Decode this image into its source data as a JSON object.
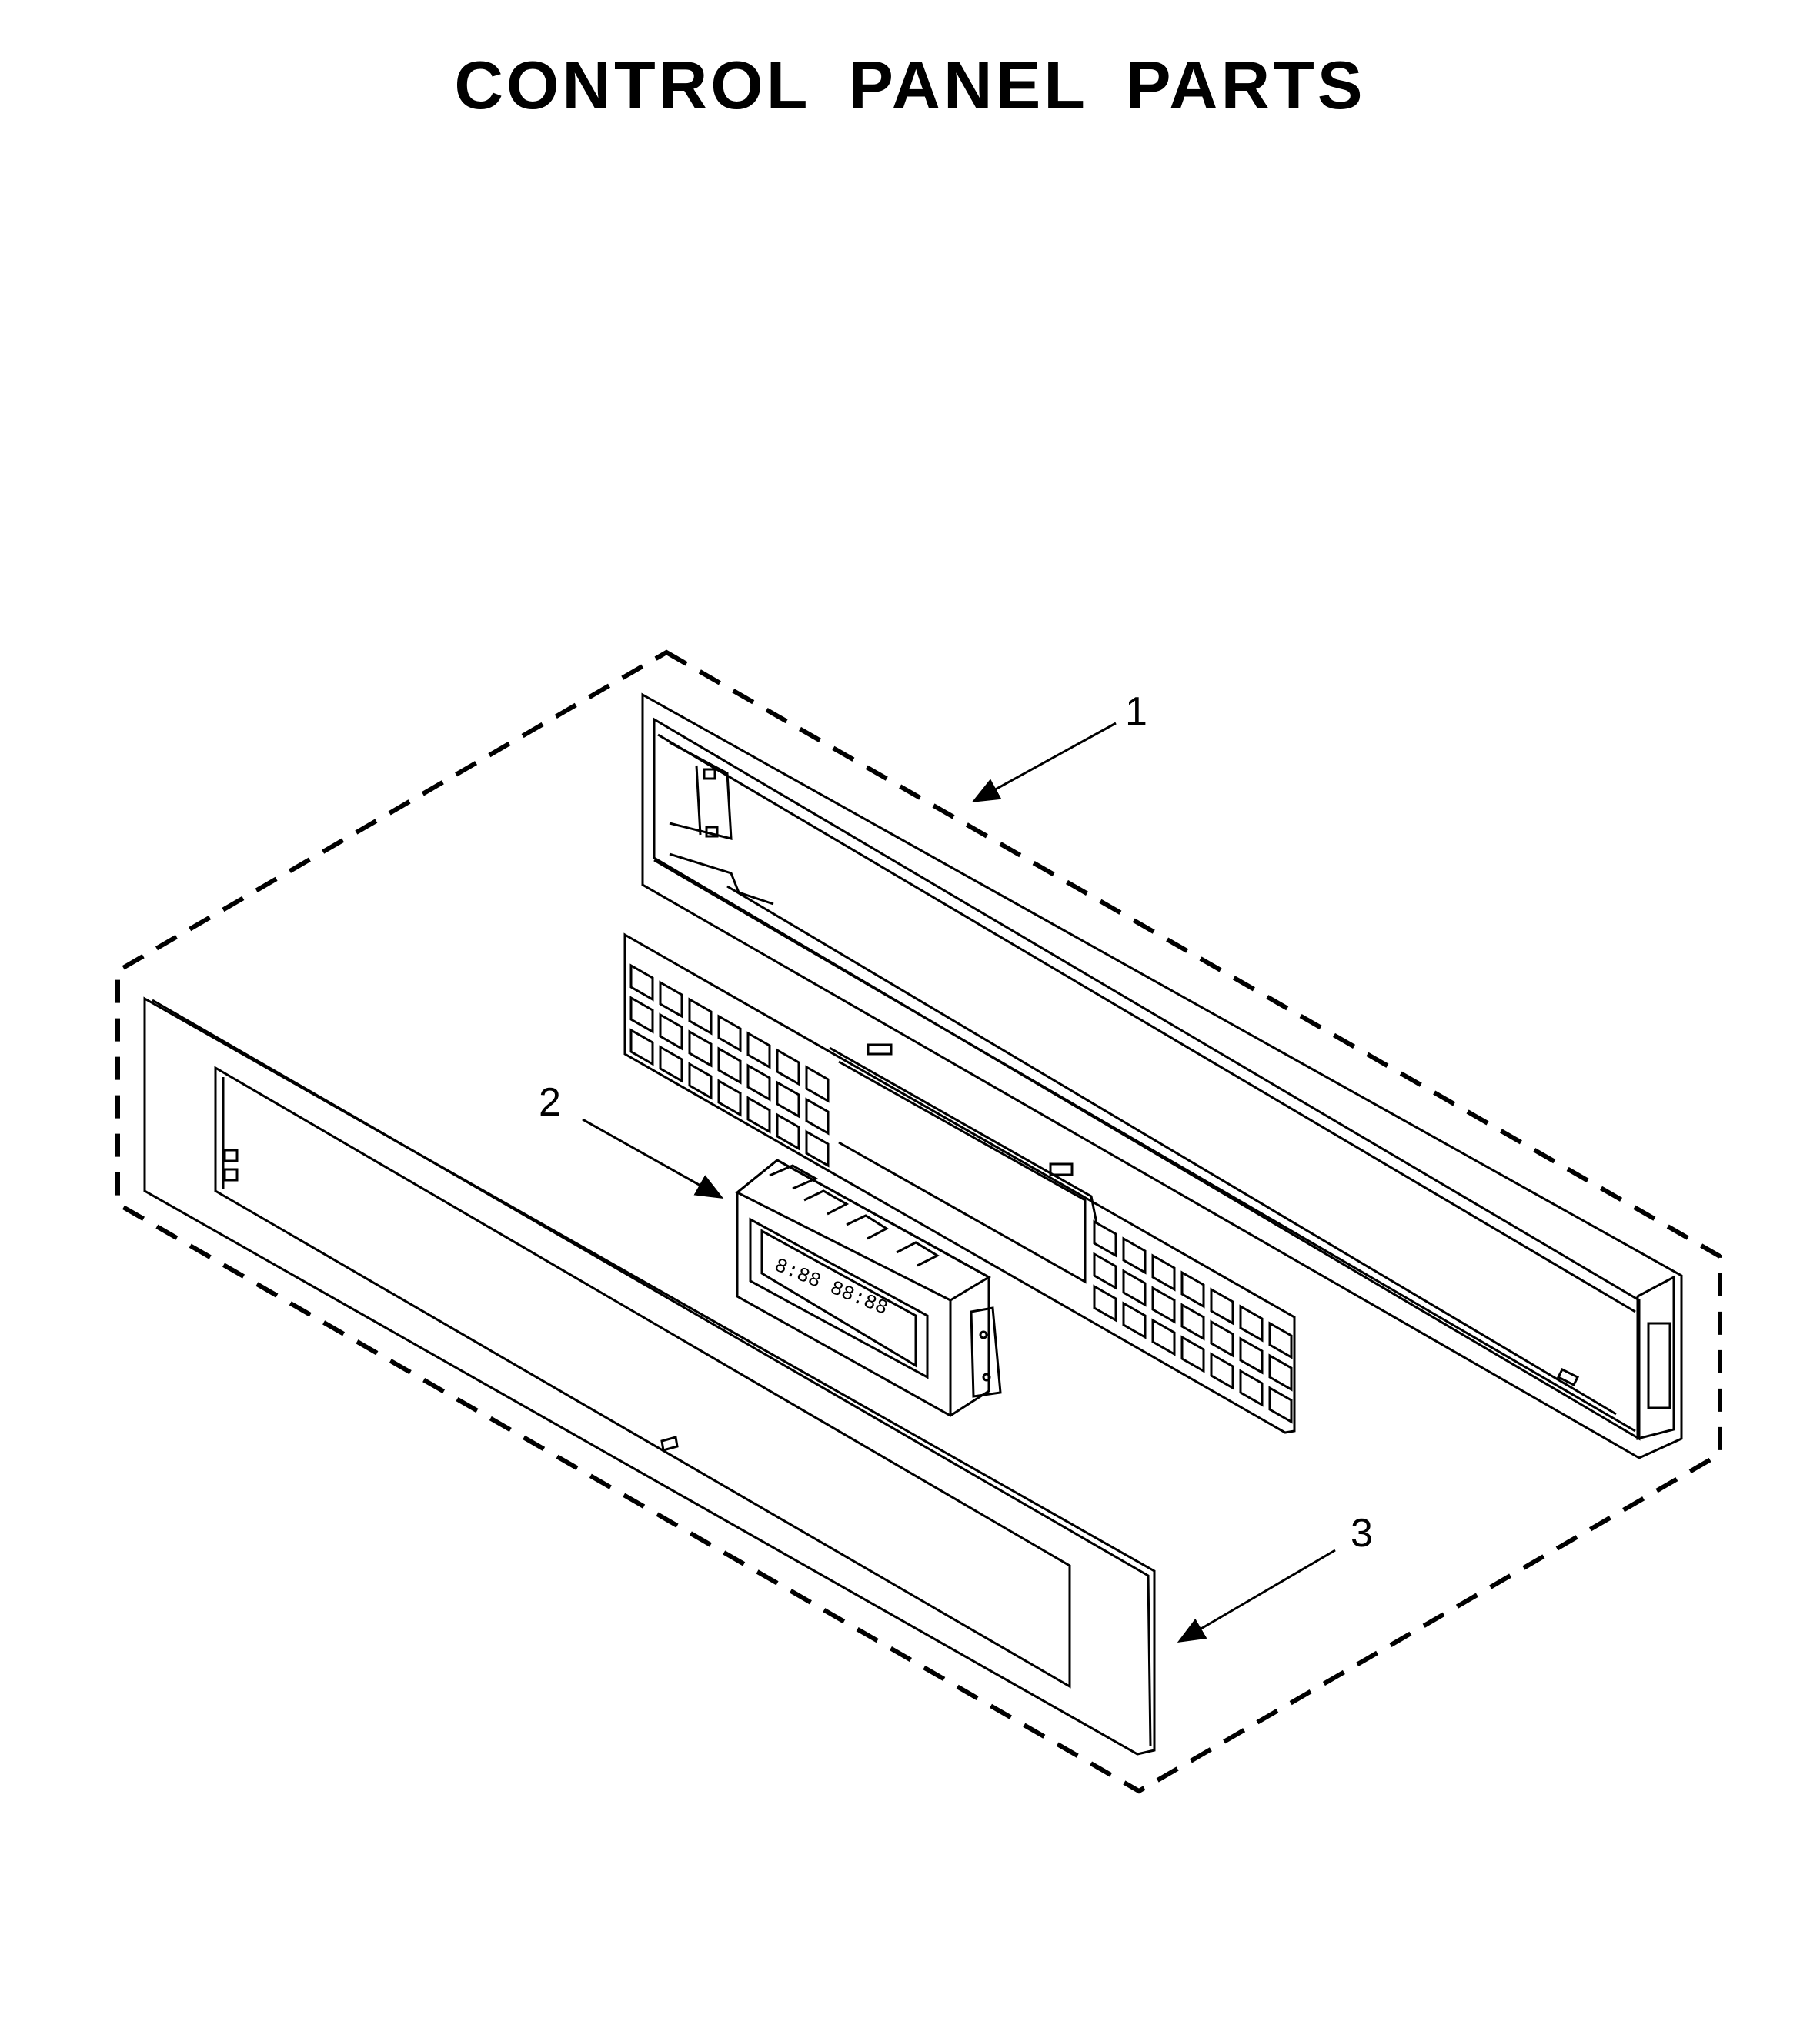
{
  "title": "CONTROL PANEL PARTS",
  "callouts": [
    {
      "id": "callout-1",
      "label": "1",
      "part": "console-frame"
    },
    {
      "id": "callout-2",
      "label": "2",
      "part": "electronic-control-board"
    },
    {
      "id": "callout-3",
      "label": "3",
      "part": "front-control-panel"
    }
  ],
  "colors": {
    "line": "#000000",
    "background": "#ffffff"
  }
}
